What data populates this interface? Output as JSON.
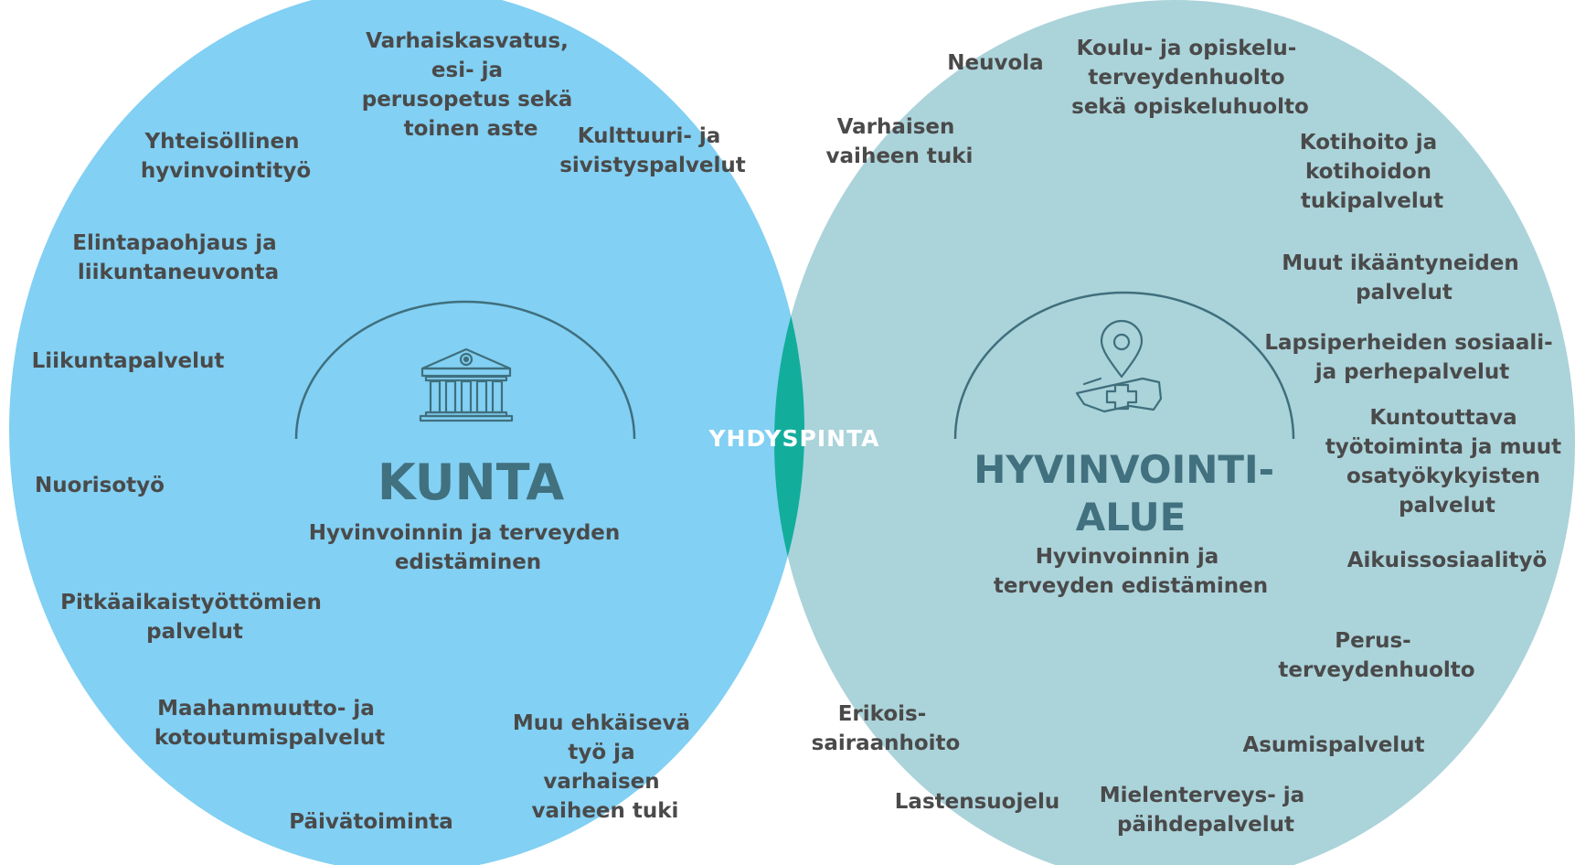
{
  "colors": {
    "left_circle": "#82d0f3",
    "right_circle": "#abd3da",
    "overlap": "#13ad9c",
    "title": "#41707f",
    "text": "#4a4a4a",
    "arc": "#3f6f7d"
  },
  "overlap_label": "YHDYSPINTA",
  "left": {
    "title": "KUNTA",
    "subtitle": [
      "Hyvinvoinnin ja terveyden",
      "edistäminen"
    ],
    "icon": "municipal-building-icon",
    "items": [
      {
        "id": "varhaiskasvatus",
        "lines": [
          "Varhaiskasvatus,",
          "esi- ja",
          "perusopetus sekä",
          "toinen aste"
        ]
      },
      {
        "id": "yhteisollinen",
        "lines": [
          "Yhteisöllinen",
          "hyvinvointityö"
        ]
      },
      {
        "id": "kulttuuri",
        "lines": [
          "Kulttuuri- ja",
          "sivistyspalvelut"
        ]
      },
      {
        "id": "elintapaohjaus",
        "lines": [
          "Elintapaohjaus ja",
          "liikuntaneuvonta"
        ]
      },
      {
        "id": "liikuntapalvelut",
        "lines": [
          "Liikuntapalvelut"
        ]
      },
      {
        "id": "nuorisotyo",
        "lines": [
          "Nuorisotyö"
        ]
      },
      {
        "id": "pitkaaikaistyottomien",
        "lines": [
          "Pitkäaikaistyöttömien",
          "palvelut"
        ]
      },
      {
        "id": "maahanmuutto",
        "lines": [
          "Maahanmuutto- ja",
          "kotoutumispalvelut"
        ]
      },
      {
        "id": "paivatoiminta",
        "lines": [
          "Päivätoiminta"
        ]
      },
      {
        "id": "muu-ehkaiseva",
        "lines": [
          "Muu ehkäisevä",
          "työ ja",
          "varhaisen",
          "vaiheen tuki"
        ]
      }
    ]
  },
  "right": {
    "title": [
      "HYVINVOINTI-",
      "ALUE"
    ],
    "subtitle": [
      "Hyvinvoinnin ja",
      "terveyden edistäminen"
    ],
    "icon": "location-health-map-icon",
    "items": [
      {
        "id": "neuvola",
        "lines": [
          "Neuvola"
        ]
      },
      {
        "id": "koulu",
        "lines": [
          "Koulu- ja opiskelu-",
          "terveydenhuolto",
          "sekä opiskeluhuolto"
        ]
      },
      {
        "id": "varhaisen-vaiheen",
        "lines": [
          "Varhaisen",
          "vaiheen tuki"
        ]
      },
      {
        "id": "kotihoito",
        "lines": [
          "Kotihoito ja",
          "kotihoidon",
          "tukipalvelut"
        ]
      },
      {
        "id": "muut-ikaantyneiden",
        "lines": [
          "Muut ikääntyneiden",
          "palvelut"
        ]
      },
      {
        "id": "lapsiperheiden",
        "lines": [
          "Lapsiperheiden sosiaali-",
          "ja perhepalvelut"
        ]
      },
      {
        "id": "kuntouttava",
        "lines": [
          "Kuntouttava",
          "työtoiminta ja muut",
          "osatyökykyisten",
          "palvelut"
        ]
      },
      {
        "id": "aikuissosiaalityo",
        "lines": [
          "Aikuissosiaalityö"
        ]
      },
      {
        "id": "perusterveydenhuolto",
        "lines": [
          "Perus-",
          "terveydenhuolto"
        ]
      },
      {
        "id": "erikoissairaanhoito",
        "lines": [
          "Erikois-",
          "sairaanhoito"
        ]
      },
      {
        "id": "asumispalvelut",
        "lines": [
          "Asumispalvelut"
        ]
      },
      {
        "id": "lastensuojelu",
        "lines": [
          "Lastensuojelu"
        ]
      },
      {
        "id": "mielenterveys",
        "lines": [
          "Mielenterveys- ja",
          "päihdepalvelut"
        ]
      }
    ]
  }
}
